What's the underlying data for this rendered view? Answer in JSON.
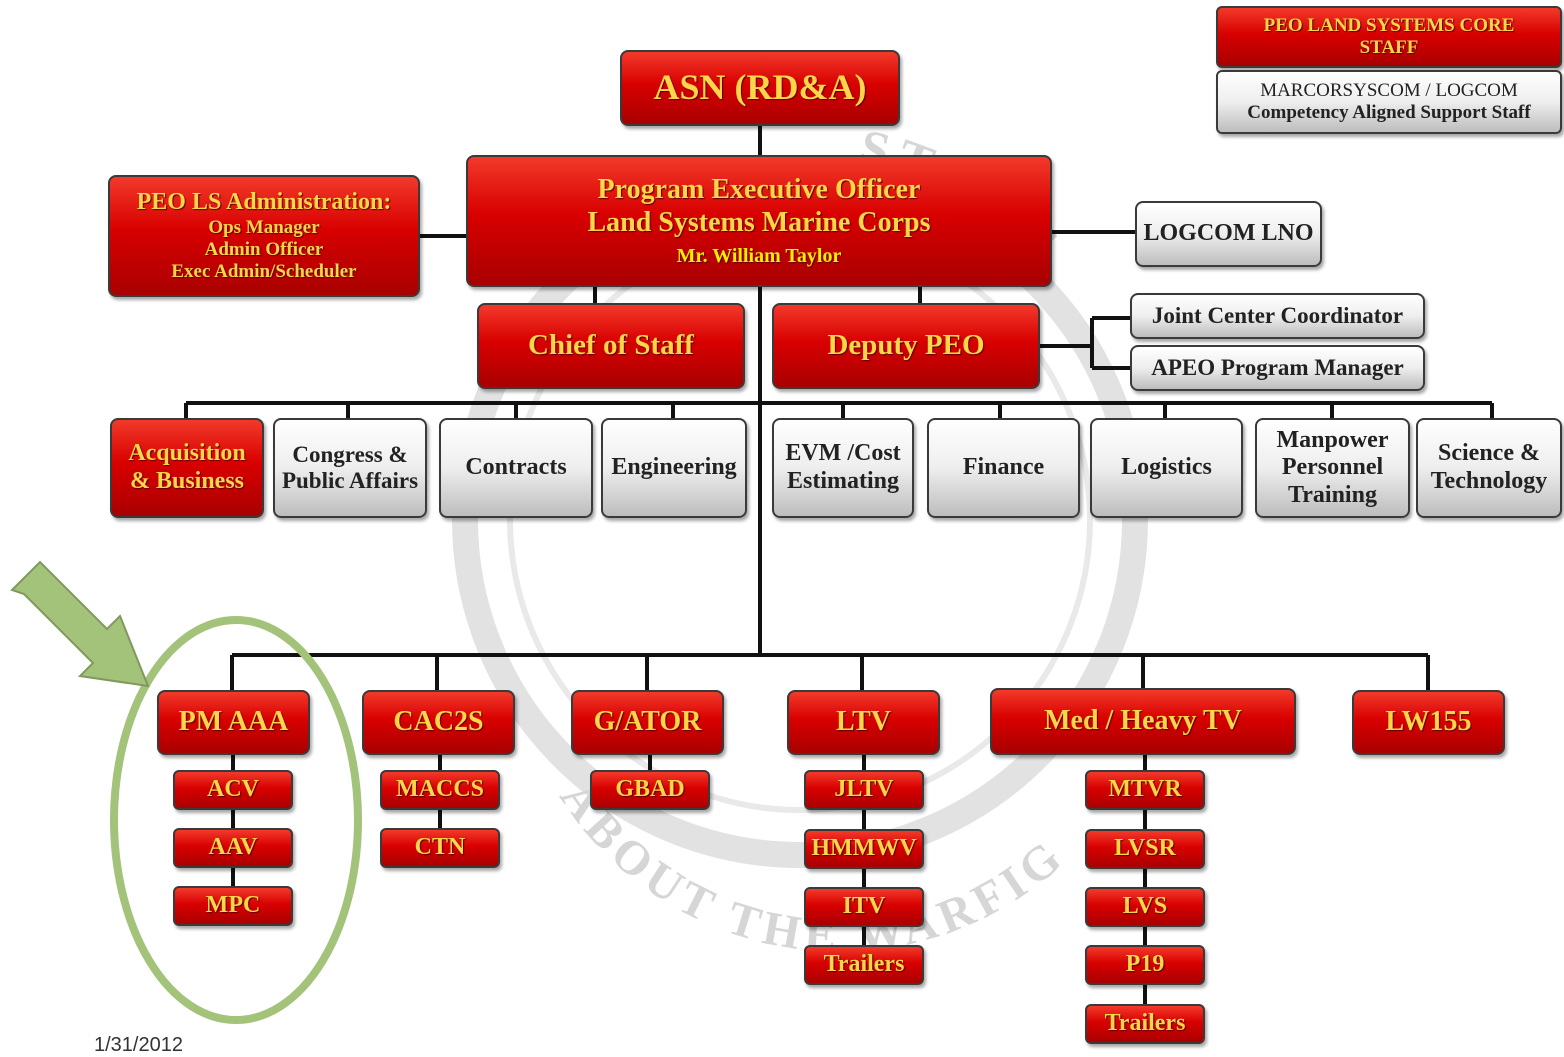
{
  "colors": {
    "red": "#d80000",
    "yellow_text": "#ffd54a",
    "gray": "#e6e6e6",
    "highlight_green": "#a3c27a",
    "connector": "#111111"
  },
  "watermark": {
    "arc_top": "STEMS",
    "arc_bottom": "ABOUT THE WARFIG"
  },
  "legend": {
    "core_staff": "PEO LAND SYSTEMS CORE STAFF",
    "support_line1": "MARCORSYSCOM / LOGCOM",
    "support_line2": "Competency Aligned Support Staff"
  },
  "asn": "ASN (RD&A)",
  "peo": {
    "line1": "Program Executive Officer",
    "line2": "Land Systems Marine Corps",
    "name": "Mr. William Taylor"
  },
  "admin": {
    "title": "PEO LS Administration:",
    "items": [
      "Ops Manager",
      "Admin Officer",
      "Exec Admin/Scheduler"
    ]
  },
  "logcom_lno": "LOGCOM LNO",
  "chief_of_staff": "Chief of Staff",
  "deputy_peo": "Deputy PEO",
  "joint_center": "Joint Center Coordinator",
  "apeo": "APEO Program Manager",
  "competencies": [
    {
      "lines": [
        "Acquisition",
        "& Business"
      ]
    },
    {
      "lines": [
        "Congress &",
        "Public Affairs"
      ]
    },
    {
      "lines": [
        "Contracts"
      ]
    },
    {
      "lines": [
        "Engineering"
      ]
    },
    {
      "lines": [
        "EVM /Cost",
        "Estimating"
      ]
    },
    {
      "lines": [
        "Finance"
      ]
    },
    {
      "lines": [
        "Logistics"
      ]
    },
    {
      "lines": [
        "Manpower",
        "Personnel",
        "Training"
      ]
    },
    {
      "lines": [
        "Science &",
        "Technology"
      ]
    }
  ],
  "programs": [
    {
      "name": "PM AAA",
      "children": [
        "ACV",
        "AAV",
        "MPC"
      ]
    },
    {
      "name": "CAC2S",
      "children": [
        "MACCS",
        "CTN"
      ]
    },
    {
      "name": "G/ATOR",
      "children": [
        "GBAD"
      ]
    },
    {
      "name": "LTV",
      "children": [
        "JLTV",
        "HMMWV",
        "ITV",
        "Trailers"
      ]
    },
    {
      "name": "Med / Heavy TV",
      "children": [
        "MTVR",
        "LVSR",
        "LVS",
        "P19",
        "Trailers"
      ]
    },
    {
      "name": "LW155",
      "children": []
    }
  ],
  "date": "1/31/2012"
}
